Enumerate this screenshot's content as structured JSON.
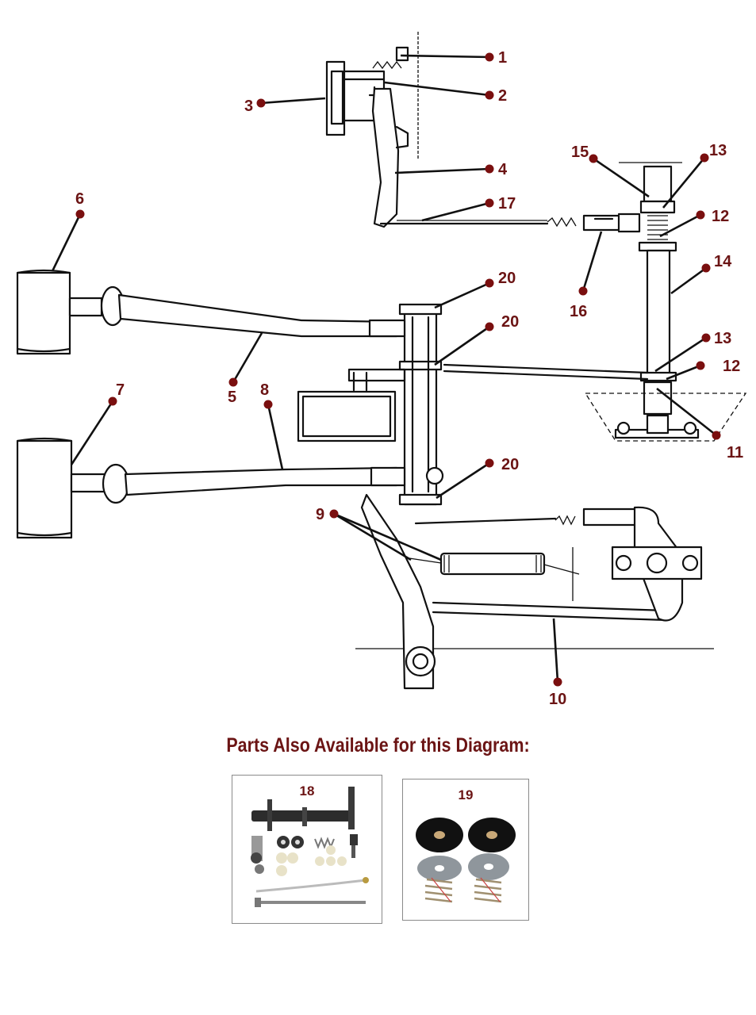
{
  "callouts": [
    {
      "label": "1"
    },
    {
      "label": "2"
    },
    {
      "label": "3"
    },
    {
      "label": "4"
    },
    {
      "label": "5"
    },
    {
      "label": "6"
    },
    {
      "label": "7"
    },
    {
      "label": "8"
    },
    {
      "label": "9"
    },
    {
      "label": "10"
    },
    {
      "label": "11"
    },
    {
      "label": "12"
    },
    {
      "label": "12"
    },
    {
      "label": "13"
    },
    {
      "label": "13"
    },
    {
      "label": "14"
    },
    {
      "label": "15"
    },
    {
      "label": "16"
    },
    {
      "label": "17"
    },
    {
      "label": "20"
    },
    {
      "label": "20"
    },
    {
      "label": "20"
    }
  ],
  "parts_section": {
    "title": "Parts Also Available for this Diagram:",
    "items": [
      {
        "number": "18"
      },
      {
        "number": "19"
      }
    ]
  },
  "colors": {
    "callout": "#7a0f0f",
    "title": "#6b1414"
  }
}
